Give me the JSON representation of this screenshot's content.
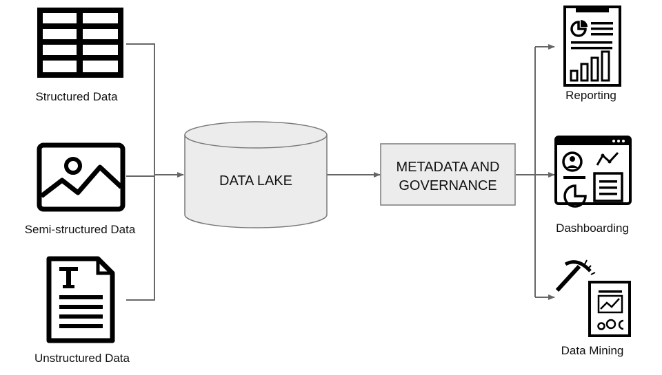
{
  "colors": {
    "line": "#666666",
    "box_fill": "#ececec",
    "box_stroke": "#7a7a7a",
    "icon": "#000000"
  },
  "sources": [
    {
      "id": "structured",
      "label": "Structured Data",
      "icon": "table-icon"
    },
    {
      "id": "semi",
      "label": "Semi-structured Data",
      "icon": "image-icon"
    },
    {
      "id": "unstructured",
      "label": "Unstructured Data",
      "icon": "text-document-icon"
    }
  ],
  "data_lake": {
    "label": "DATA LAKE",
    "icon": "cylinder-database-shape"
  },
  "governance": {
    "line1": "METADATA AND",
    "line2": "GOVERNANCE"
  },
  "outputs": [
    {
      "id": "reporting",
      "label": "Reporting",
      "icon": "report-document-icon"
    },
    {
      "id": "dashboarding",
      "label": "Dashboarding",
      "icon": "dashboard-icon"
    },
    {
      "id": "mining",
      "label": "Data Mining",
      "icon": "pickaxe-report-icon"
    }
  ]
}
